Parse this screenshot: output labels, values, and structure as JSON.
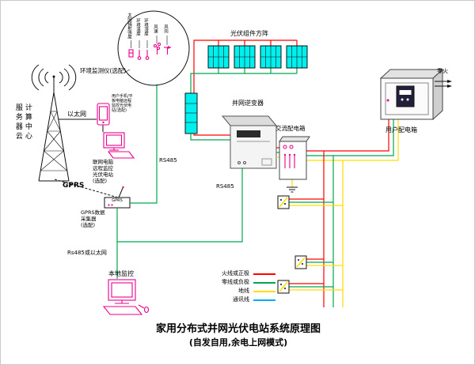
{
  "title": {
    "line1": "家用分布式并网光伏电站系统原理图",
    "line2": "(自发自用,余电上网模式)"
  },
  "tower": {
    "label_col1": "服务器云",
    "label_col2": "计算中心"
  },
  "network": {
    "ethernet": "以太网",
    "gprs": "GPRS",
    "rs485_env": "RS485",
    "rs485_inv": "RS485",
    "rs485_or_eth": "Rs485或以太网"
  },
  "env": {
    "monitor_label": "环境监测仪(选配)",
    "sensors": [
      "太阳辐射强度",
      "环境温度",
      "环境湿度",
      "风速",
      "风向"
    ]
  },
  "devices": {
    "pv_array": "光伏组件方阵",
    "inverter": "并网逆变器",
    "ac_box": "交流配电箱",
    "user_box": "用户配电箱",
    "neutral_live": "零火",
    "local_monitor": "本地监控",
    "router_text": "GPRS"
  },
  "notes": {
    "phone": [
      "用户手机/平",
      "板电脑远程",
      "监控光伏电",
      "站(选配)"
    ],
    "pc": [
      "联网电脑",
      "远程监控",
      "光伏电站",
      "(选配)"
    ],
    "collector": [
      "GPRS数据",
      "采集器",
      "(选配)"
    ]
  },
  "legend": {
    "items": [
      {
        "label": "火线或正极",
        "color": "#ff0000"
      },
      {
        "label": "零线或负极",
        "color": "#00a651"
      },
      {
        "label": "地线",
        "color": "#ffdd00"
      },
      {
        "label": "通讯线",
        "color": "#00aeef"
      }
    ]
  },
  "colors": {
    "live_positive": "#ff0000",
    "neutral_negative": "#00a651",
    "ground": "#ffdd00",
    "communication": "#00aeef",
    "pv_panel": "#00efef",
    "device_outline": "#ec008c"
  }
}
